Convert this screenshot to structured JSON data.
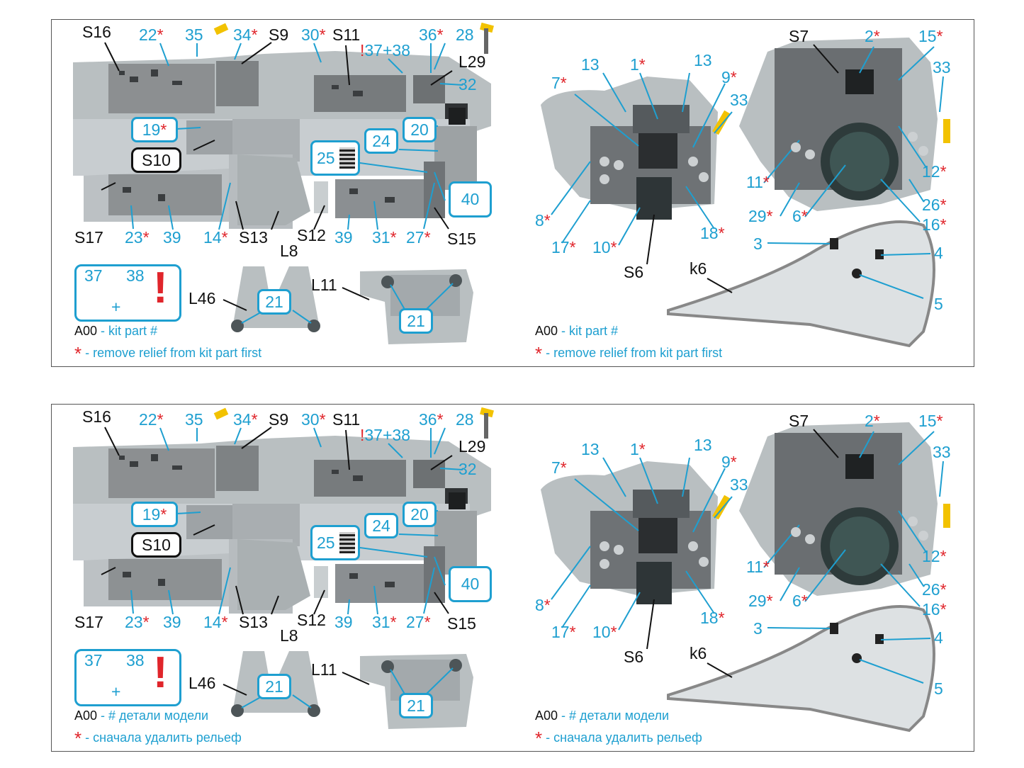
{
  "legend_en": {
    "code": "A00",
    "kit_part": "- kit part #",
    "star": "*",
    "remove_relief": "- remove relief from kit part first"
  },
  "legend_ru": {
    "code": "A00",
    "kit_part": "- # детали модели",
    "star": "*",
    "remove_relief": "- сначала удалить рельеф"
  },
  "swap": {
    "a": "37",
    "b": "38",
    "plus": "+",
    "excl": "!"
  },
  "star": "*",
  "colors": {
    "accent": "#1e9fd0",
    "warning": "#e0252b",
    "resin_gray": "#b9bfc1",
    "outline": "#555555"
  },
  "left_labels": {
    "S16": "S16",
    "22": "22",
    "35": "35",
    "34": "34",
    "S9": "S9",
    "30": "30",
    "S11": "S11",
    "e37": "!",
    "3738": "37+38",
    "36": "36",
    "28": "28",
    "L29": "L29",
    "32": "32",
    "19": "19",
    "S10": "S10",
    "20": "20",
    "24": "24",
    "25": "25",
    "40": "40",
    "S17": "S17",
    "23": "23",
    "39a": "39",
    "14": "14",
    "S13": "S13",
    "L8": "L8",
    "S12": "S12",
    "39b": "39",
    "31": "31",
    "27": "27",
    "S15": "S15",
    "L46": "L46",
    "21a": "21",
    "L11": "L11",
    "21b": "21"
  },
  "right_labels": {
    "13a": "13",
    "1": "1",
    "13b": "13",
    "7": "7",
    "9": "9",
    "33a": "33",
    "S7": "S7",
    "2": "2",
    "15": "15",
    "33b": "33",
    "11": "11",
    "12": "12",
    "29": "29",
    "6": "6",
    "26": "26",
    "16": "16",
    "8": "8",
    "17": "17",
    "10": "10",
    "18": "18",
    "S6": "S6",
    "3": "3",
    "4": "4",
    "5": "5",
    "k6": "k6"
  }
}
